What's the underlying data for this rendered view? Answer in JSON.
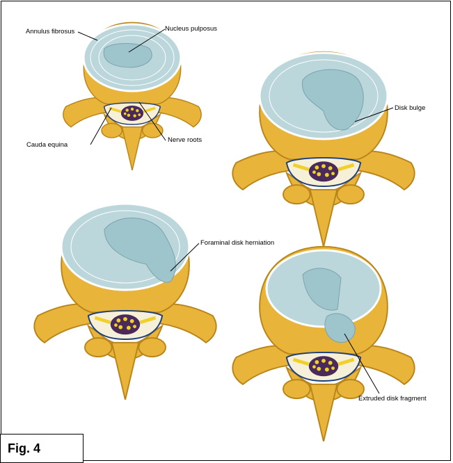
{
  "figure": {
    "label": "Fig. 4"
  },
  "labels": {
    "annulus_fibrosus": "Annulus fibrosus",
    "nucleus_pulposus": "Nucleus pulposus",
    "cauda_equina": "Cauda equina",
    "nerve_roots": "Nerve roots",
    "disk_bulge": "Disk bulge",
    "foraminal_disk_herniation": "Foraminal disk herniation",
    "extruded_disk_fragment": "Extruded disk fragment"
  },
  "colors": {
    "bone": "#e8b43a",
    "bone_shadow": "#b9851a",
    "disk_ring": "#8fb8c2",
    "disk_fill": "#bcd7dc",
    "nucleus": "#9ec4cc",
    "canal": "#f7f0d8",
    "cauda": "#4a2a5a",
    "nerve_dots": "#f1d02a"
  }
}
